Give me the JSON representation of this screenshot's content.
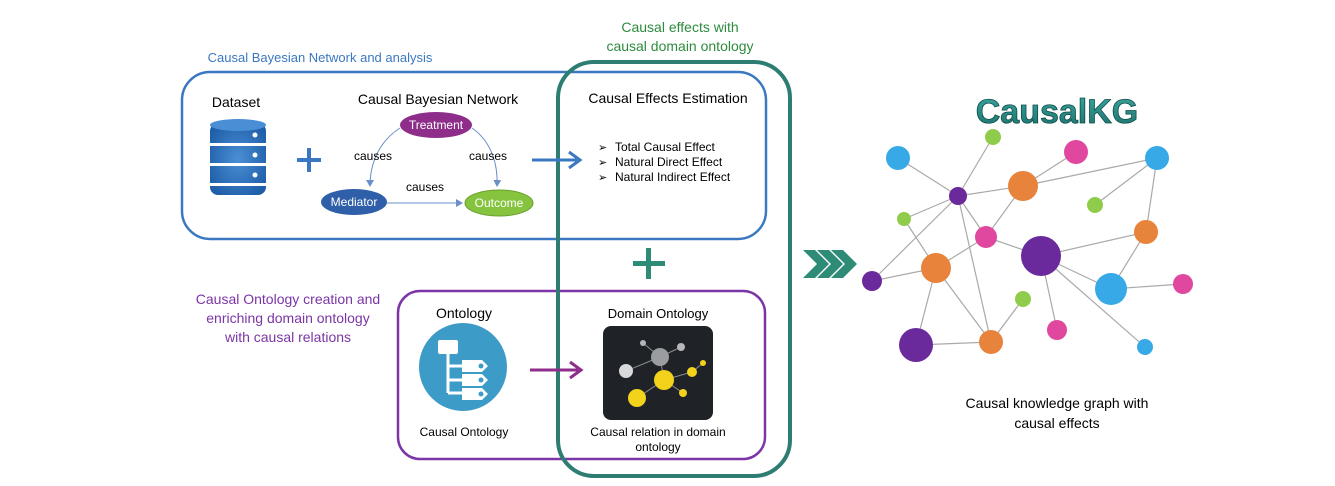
{
  "sections": {
    "cbn_title": "Causal Bayesian Network and analysis",
    "effects_title_line1": "Causal effects with",
    "effects_title_line2": "causal domain ontology",
    "ontology_title_line1": "Causal Ontology creation and",
    "ontology_title_line2": "enriching domain ontology",
    "ontology_title_line3": "with causal relations"
  },
  "cbn": {
    "dataset_label": "Dataset",
    "network_label": "Causal Bayesian Network",
    "nodes": {
      "treatment": "Treatment",
      "mediator": "Mediator",
      "outcome": "Outcome"
    },
    "edge_labels": {
      "t_m": "causes",
      "t_o": "causes",
      "m_o": "causes"
    }
  },
  "effects": {
    "title": "Causal Effects Estimation",
    "items": [
      "Total Causal Effect",
      "Natural Direct Effect",
      "Natural Indirect Effect"
    ]
  },
  "ontology": {
    "title": "Ontology",
    "caption": "Causal Ontology",
    "domain_title": "Domain Ontology",
    "domain_caption_line1": "Causal relation in domain",
    "domain_caption_line2": "ontology"
  },
  "kg": {
    "title": "CausalKG",
    "caption_line1": "Causal knowledge graph with",
    "caption_line2": "causal effects"
  },
  "colors": {
    "blue_box": "#3a78c2",
    "teal_box": "#2e7d72",
    "purple_box": "#7b35a6",
    "treatment": "#8e2e8a",
    "mediator": "#2f5fa8",
    "outcome": "#86c440",
    "kg_blue": "#36a9e6",
    "kg_pink": "#e0479e",
    "kg_green": "#90cc4c",
    "kg_orange": "#e7833a",
    "kg_purple": "#6a2a9c"
  }
}
